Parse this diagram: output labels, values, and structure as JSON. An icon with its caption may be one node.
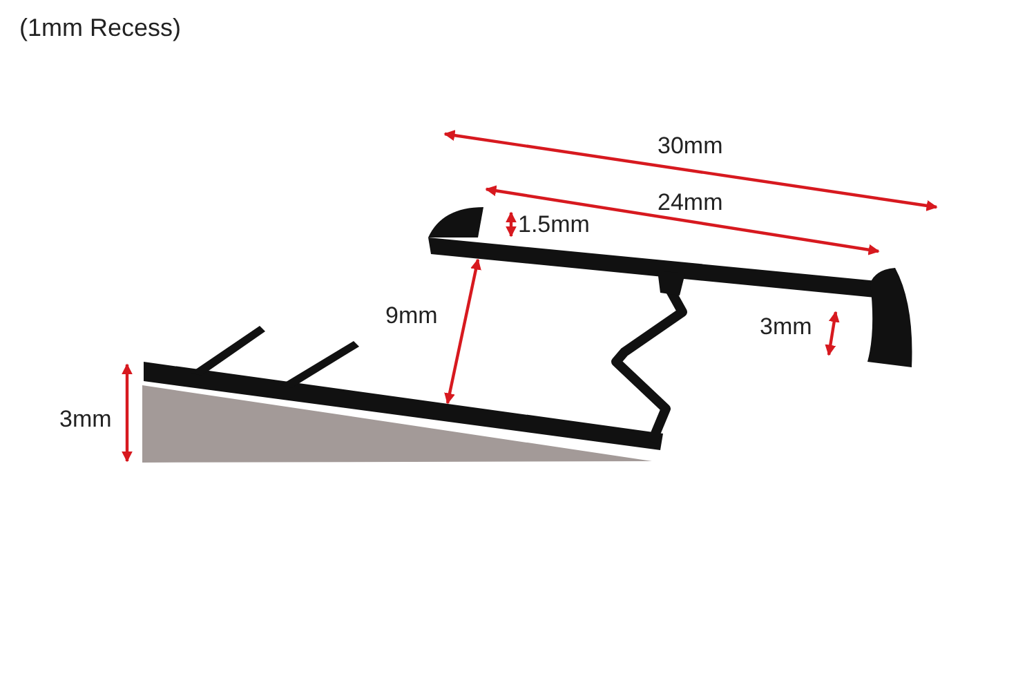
{
  "diagram": {
    "title": "(1mm Recess)",
    "labels": [
      "30mm",
      "24mm",
      "1.5mm",
      "9mm",
      "3mm",
      "3mm"
    ]
  }
}
